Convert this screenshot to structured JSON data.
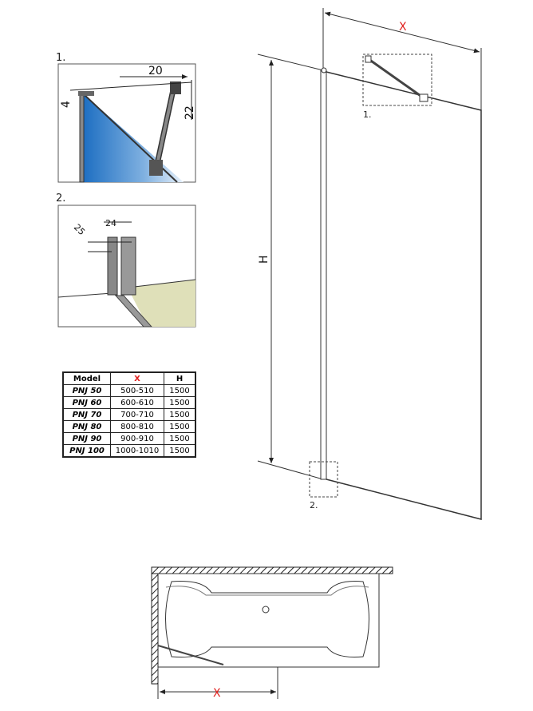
{
  "details": [
    {
      "label": "1.",
      "dims": [
        "20",
        "4",
        "22"
      ]
    },
    {
      "label": "2.",
      "dims": [
        "25",
        "24"
      ]
    }
  ],
  "main_drawing": {
    "width_label": "X",
    "height_label": "H",
    "callout_1": "1.",
    "callout_2": "2."
  },
  "plan_view": {
    "width_label": "X"
  },
  "table": {
    "headers": [
      "Model",
      "X",
      "H"
    ],
    "rows": [
      [
        "PNJ 50",
        "500-510",
        "1500"
      ],
      [
        "PNJ 60",
        "600-610",
        "1500"
      ],
      [
        "PNJ 70",
        "700-710",
        "1500"
      ],
      [
        "PNJ 80",
        "800-810",
        "1500"
      ],
      [
        "PNJ 90",
        "900-910",
        "1500"
      ],
      [
        "PNJ 100",
        "1000-1010",
        "1500"
      ]
    ]
  },
  "colors": {
    "accent": "#e0201e",
    "glass": "#2a7bc6",
    "floor": "#dfe0b9"
  }
}
